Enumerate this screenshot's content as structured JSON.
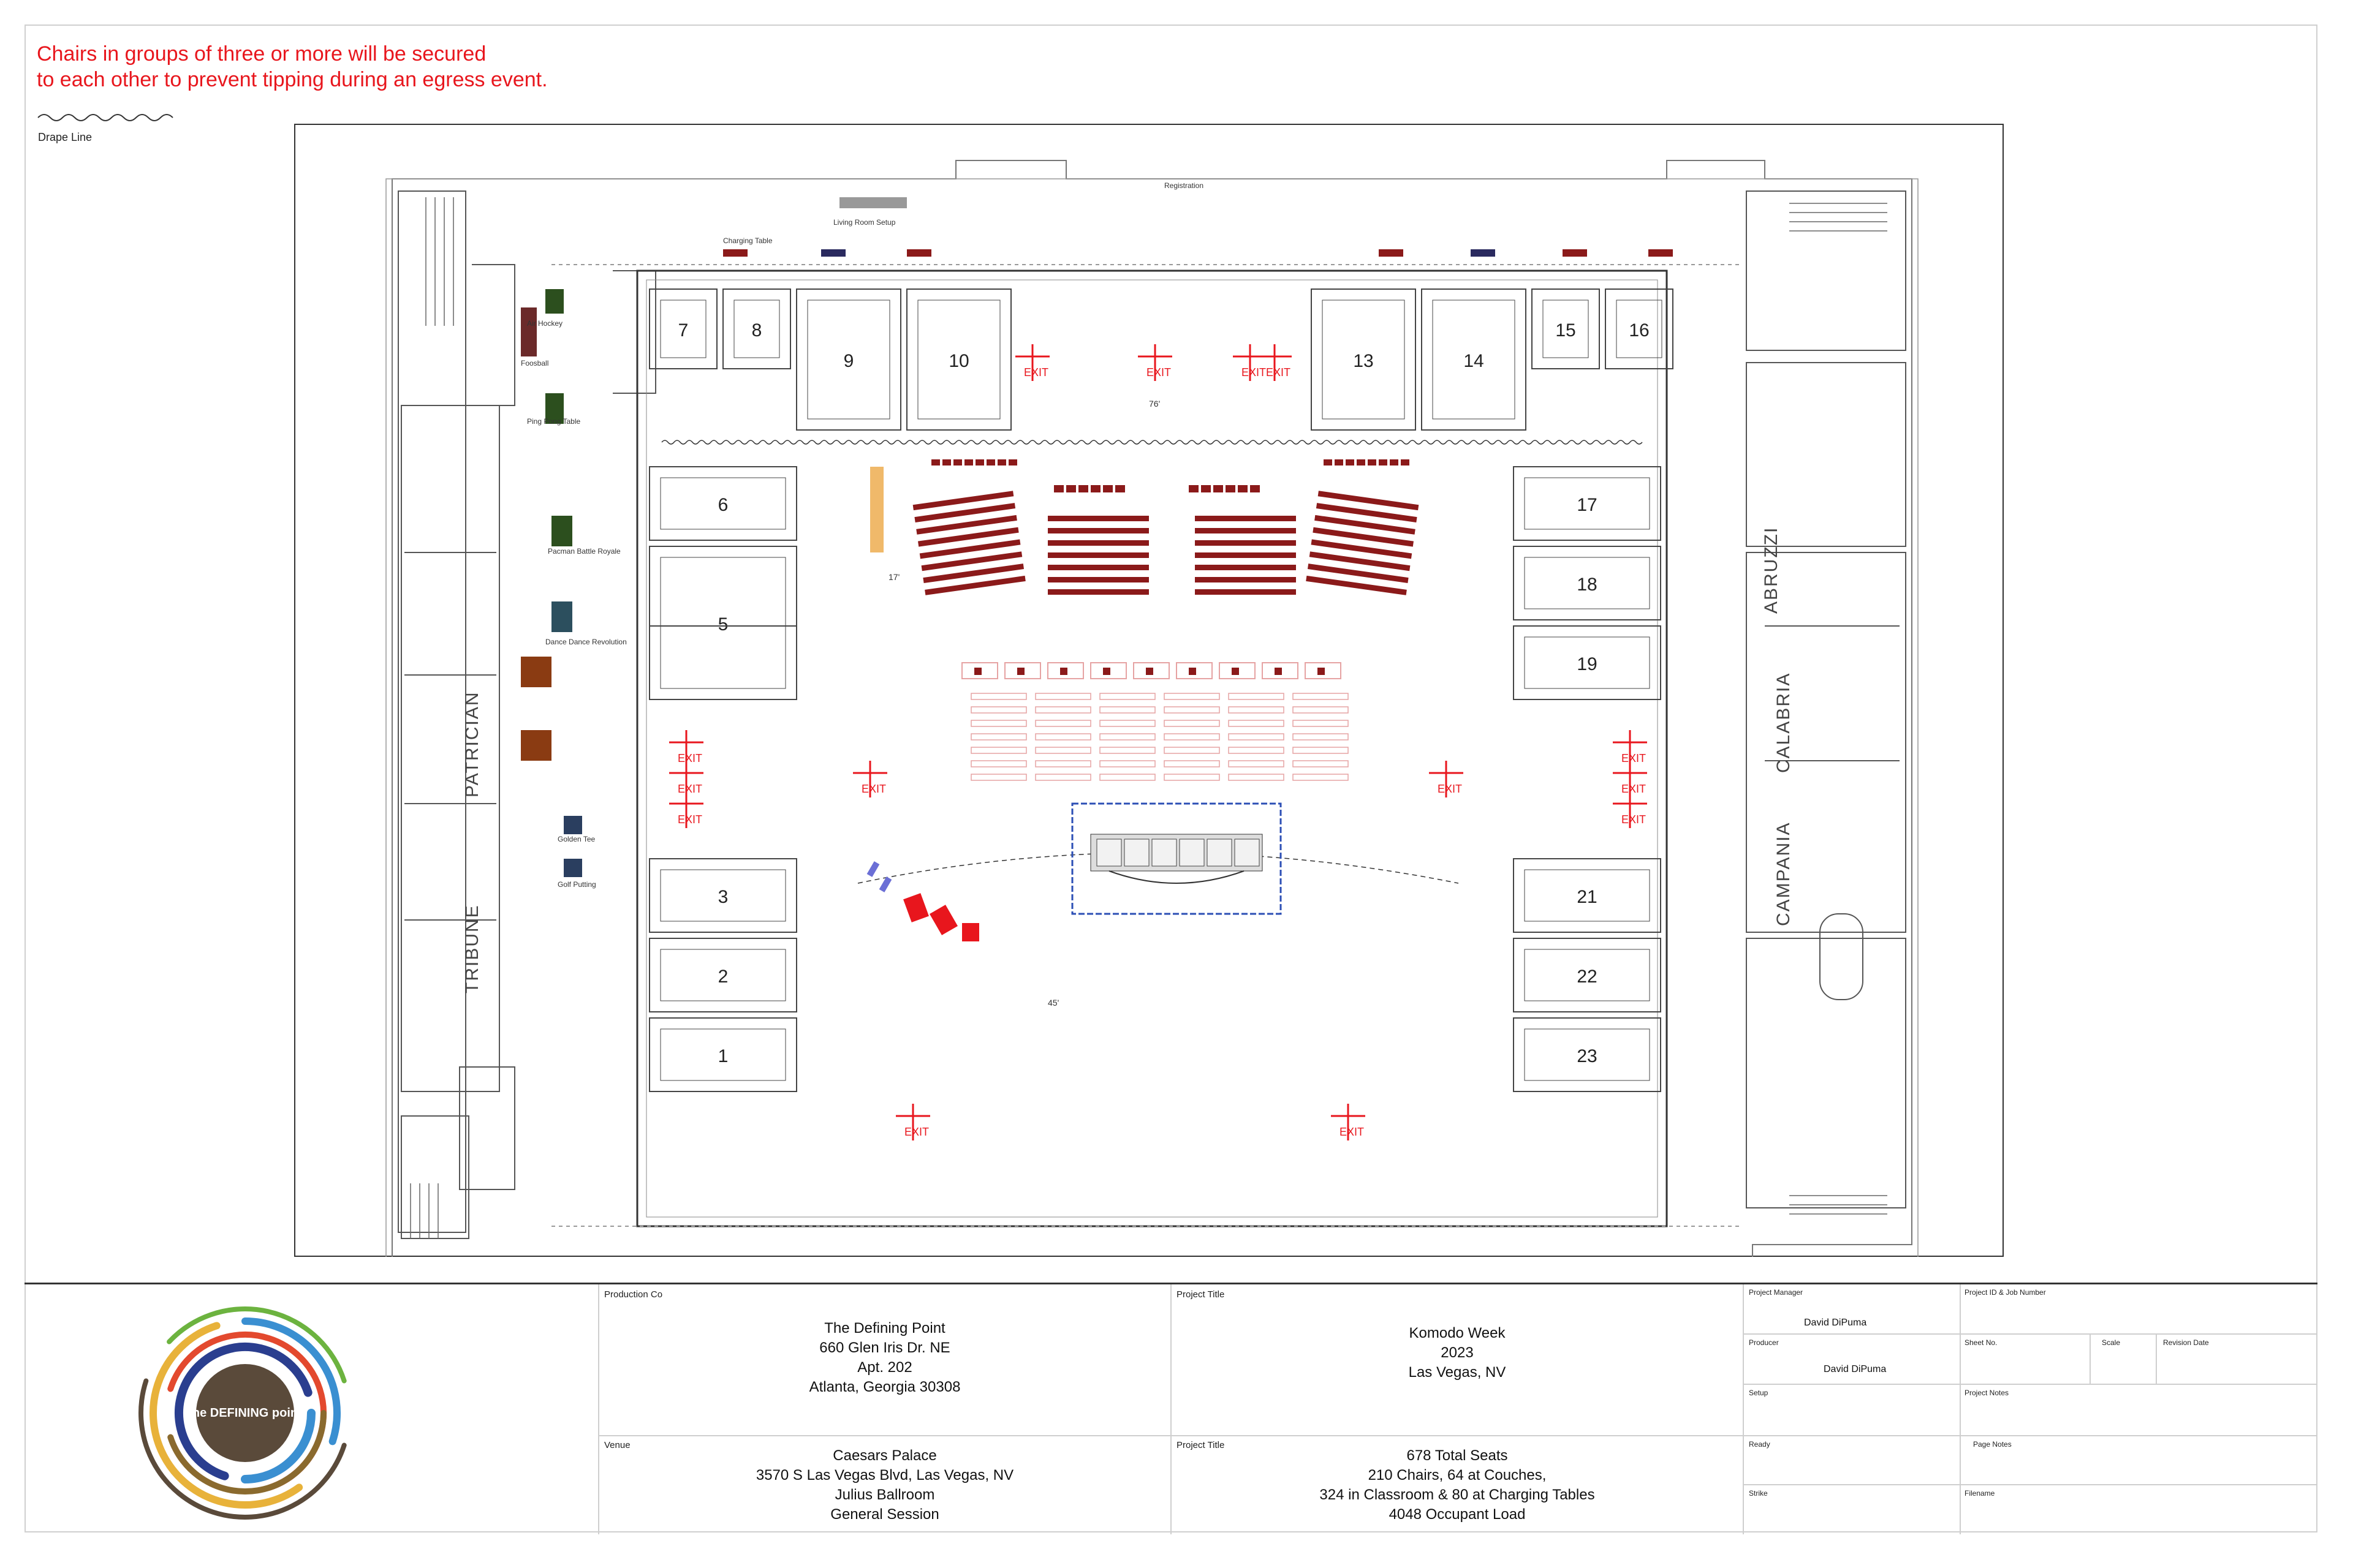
{
  "note": {
    "line1": "Chairs in groups of three or more will be secured",
    "line2": "to each other to prevent tipping during an egress event."
  },
  "legend": {
    "drape_label": "Drape Line"
  },
  "plan": {
    "booth_numbers": [
      "1",
      "2",
      "3",
      "5",
      "6",
      "7",
      "8",
      "9",
      "10",
      "13",
      "14",
      "15",
      "16",
      "17",
      "18",
      "19",
      "21",
      "22",
      "23"
    ],
    "rooms": [
      "PATRICIAN",
      "TRIBUNE",
      "CALABRIA",
      "ABRUZZI",
      "CAMPANIA"
    ],
    "exit_label": "EXIT",
    "exit_count": 14,
    "activity_labels": [
      "Registration",
      "Living Room Setup",
      "Charging Table",
      "Foosball",
      "Air Hockey",
      "Ping Pong Table",
      "Pacman Battle Royale",
      "Dance Dance Revolution",
      "Golden Tee",
      "Golf Putting"
    ],
    "dimension_labels": [
      "76'",
      "17'",
      "45'"
    ],
    "colors": {
      "seat": "#8b1a1a",
      "exit": "#e8161d",
      "stage": "#2c4fb5",
      "plan_line": "#555555"
    }
  },
  "logo": {
    "brand": "the DEFINING point",
    "colors": [
      "#e8b23a",
      "#3a8fd1",
      "#6cb33f",
      "#e3492e",
      "#2a3e8f",
      "#8a6a2e",
      "#5a4a3a"
    ]
  },
  "title_block": {
    "production_label": "Production Co",
    "production_lines": [
      "The Defining Point",
      "660 Glen Iris Dr. NE",
      "Apt. 202",
      "Atlanta, Georgia 30308"
    ],
    "venue_label": "Venue",
    "venue_lines": [
      "Caesars Palace",
      "3570 S Las Vegas Blvd, Las Vegas, NV",
      "Julius Ballroom",
      "General Session"
    ],
    "project_title_label": "Project Title",
    "project_title_lines": [
      "Komodo Week",
      "2023",
      "Las Vegas, NV"
    ],
    "project_title_label2": "Project Title",
    "project_title_lines2": [
      "678 Total Seats",
      "210 Chairs, 64 at Couches,",
      "324 in Classroom & 80 at Charging Tables",
      "4048 Occupant Load"
    ],
    "project_manager_label": "Project Manager",
    "project_manager": "David DiPuma",
    "producer_label": "Producer",
    "producer": "David DiPuma",
    "setup_label": "Setup",
    "ready_label": "Ready",
    "strike_label": "Strike",
    "project_id_label": "Project ID & Job Number",
    "sheet_no_label": "Sheet No.",
    "scale_label": "Scale",
    "revision_label": "Revision Date",
    "project_notes_label": "Project Notes",
    "page_notes_label": "Page Notes",
    "filename_label": "Filename"
  }
}
